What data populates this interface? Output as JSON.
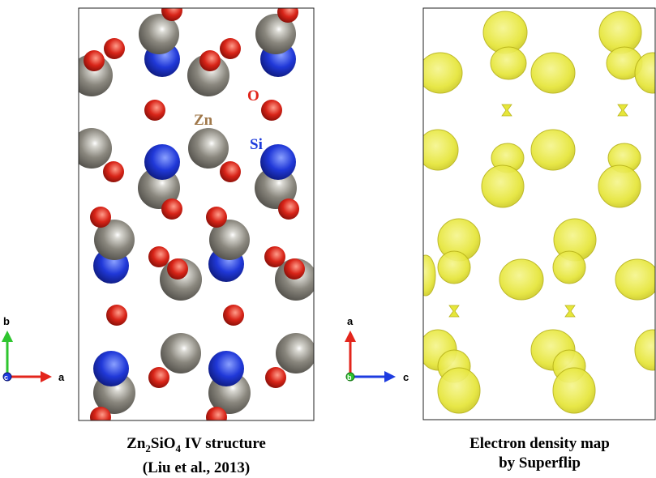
{
  "structure_panel": {
    "element_labels": {
      "oxygen": "O",
      "zinc": "Zn",
      "silicon": "Si"
    },
    "label_colors": {
      "oxygen": "#e0251b",
      "zinc": "#a0784a",
      "silicon": "#1e3cdc"
    },
    "atom_colors": {
      "zinc": "#86837a",
      "silicon": "#1f35d6",
      "oxygen": "#d42319"
    },
    "axes": {
      "vertical": "b",
      "horizontal": "a",
      "origin": "c"
    },
    "caption_line1_base": "Zn",
    "caption_line1_sub1": "2",
    "caption_line1_mid": "SiO",
    "caption_line1_sub2": "4",
    "caption_line1_end": " IV structure",
    "caption_line2": "(Liu et al., 2013)"
  },
  "density_panel": {
    "blob_color": "#eaea3c",
    "axes": {
      "vertical": "a",
      "horizontal": "c",
      "origin": "b"
    },
    "caption_line1": "Electron density map",
    "caption_line2": "by Superflip"
  },
  "axis_colors": {
    "red": "#e3251c",
    "green": "#2ec52e",
    "blue": "#1e3ce0"
  }
}
